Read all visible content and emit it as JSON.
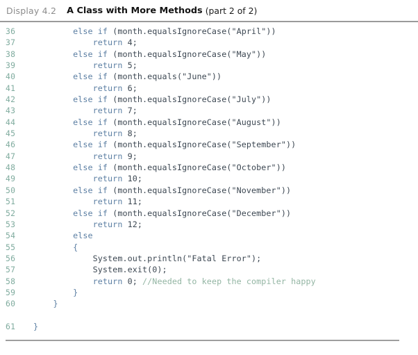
{
  "header": {
    "label": "Display 4.2",
    "title": "A Class with More Methods",
    "part": "(part 2 of 2)"
  },
  "colors": {
    "line_number": "#7fab9e",
    "keyword": "#5c7fa3",
    "identifier": "#3c4752",
    "comment": "#93b5a3",
    "rule": "#9a9a9a",
    "label_gray": "#8c8c8c",
    "background": "#ffffff"
  },
  "code": {
    "language": "java",
    "first_line": 36,
    "last_line": 61,
    "lines": [
      {
        "n": "36",
        "indent": 8,
        "segments": [
          {
            "t": "else if ",
            "c": "kw"
          },
          {
            "t": "(month.equalsIgnoreCase(\"April\"))",
            "c": "id"
          }
        ]
      },
      {
        "n": "37",
        "indent": 12,
        "segments": [
          {
            "t": "return ",
            "c": "kw"
          },
          {
            "t": "4;",
            "c": "id"
          }
        ]
      },
      {
        "n": "38",
        "indent": 8,
        "segments": [
          {
            "t": "else if ",
            "c": "kw"
          },
          {
            "t": "(month.equalsIgnoreCase(\"May\"))",
            "c": "id"
          }
        ]
      },
      {
        "n": "39",
        "indent": 12,
        "segments": [
          {
            "t": "return ",
            "c": "kw"
          },
          {
            "t": "5;",
            "c": "id"
          }
        ]
      },
      {
        "n": "40",
        "indent": 8,
        "segments": [
          {
            "t": "else if ",
            "c": "kw"
          },
          {
            "t": "(month.equals(\"June\"))",
            "c": "id"
          }
        ]
      },
      {
        "n": "41",
        "indent": 12,
        "segments": [
          {
            "t": "return ",
            "c": "kw"
          },
          {
            "t": "6;",
            "c": "id"
          }
        ]
      },
      {
        "n": "42",
        "indent": 8,
        "segments": [
          {
            "t": "else if ",
            "c": "kw"
          },
          {
            "t": "(month.equalsIgnoreCase(\"July\"))",
            "c": "id"
          }
        ]
      },
      {
        "n": "43",
        "indent": 12,
        "segments": [
          {
            "t": "return ",
            "c": "kw"
          },
          {
            "t": "7;",
            "c": "id"
          }
        ]
      },
      {
        "n": "44",
        "indent": 8,
        "segments": [
          {
            "t": "else if ",
            "c": "kw"
          },
          {
            "t": "(month.equalsIgnoreCase(\"August\"))",
            "c": "id"
          }
        ]
      },
      {
        "n": "45",
        "indent": 12,
        "segments": [
          {
            "t": "return ",
            "c": "kw"
          },
          {
            "t": "8;",
            "c": "id"
          }
        ]
      },
      {
        "n": "46",
        "indent": 8,
        "segments": [
          {
            "t": "else if ",
            "c": "kw"
          },
          {
            "t": "(month.equalsIgnoreCase(\"September\"))",
            "c": "id"
          }
        ]
      },
      {
        "n": "47",
        "indent": 12,
        "segments": [
          {
            "t": "return ",
            "c": "kw"
          },
          {
            "t": "9;",
            "c": "id"
          }
        ]
      },
      {
        "n": "48",
        "indent": 8,
        "segments": [
          {
            "t": "else if ",
            "c": "kw"
          },
          {
            "t": "(month.equalsIgnoreCase(\"October\"))",
            "c": "id"
          }
        ]
      },
      {
        "n": "49",
        "indent": 12,
        "segments": [
          {
            "t": "return ",
            "c": "kw"
          },
          {
            "t": "10;",
            "c": "id"
          }
        ]
      },
      {
        "n": "50",
        "indent": 8,
        "segments": [
          {
            "t": "else if ",
            "c": "kw"
          },
          {
            "t": "(month.equalsIgnoreCase(\"November\"))",
            "c": "id"
          }
        ]
      },
      {
        "n": "51",
        "indent": 12,
        "segments": [
          {
            "t": "return ",
            "c": "kw"
          },
          {
            "t": "11;",
            "c": "id"
          }
        ]
      },
      {
        "n": "52",
        "indent": 8,
        "segments": [
          {
            "t": "else if ",
            "c": "kw"
          },
          {
            "t": "(month.equalsIgnoreCase(\"December\"))",
            "c": "id"
          }
        ]
      },
      {
        "n": "53",
        "indent": 12,
        "segments": [
          {
            "t": "return ",
            "c": "kw"
          },
          {
            "t": "12;",
            "c": "id"
          }
        ]
      },
      {
        "n": "54",
        "indent": 8,
        "segments": [
          {
            "t": "else",
            "c": "kw"
          }
        ]
      },
      {
        "n": "55",
        "indent": 8,
        "segments": [
          {
            "t": "{",
            "c": "kw"
          }
        ]
      },
      {
        "n": "56",
        "indent": 12,
        "segments": [
          {
            "t": "System.out.println(\"Fatal Error\");",
            "c": "id"
          }
        ]
      },
      {
        "n": "57",
        "indent": 12,
        "segments": [
          {
            "t": "System.exit(0);",
            "c": "id"
          }
        ]
      },
      {
        "n": "58",
        "indent": 12,
        "segments": [
          {
            "t": "return ",
            "c": "kw"
          },
          {
            "t": "0; ",
            "c": "id"
          },
          {
            "t": "//Needed to keep the compiler happy",
            "c": "cmt"
          }
        ]
      },
      {
        "n": "59",
        "indent": 8,
        "segments": [
          {
            "t": "}",
            "c": "kw"
          }
        ]
      },
      {
        "n": "60",
        "indent": 4,
        "segments": [
          {
            "t": "}",
            "c": "kw"
          }
        ]
      },
      {
        "n": "",
        "indent": 0,
        "spacer": true,
        "segments": []
      },
      {
        "n": "61",
        "indent": 0,
        "segments": [
          {
            "t": "}",
            "c": "kw"
          }
        ]
      }
    ]
  }
}
